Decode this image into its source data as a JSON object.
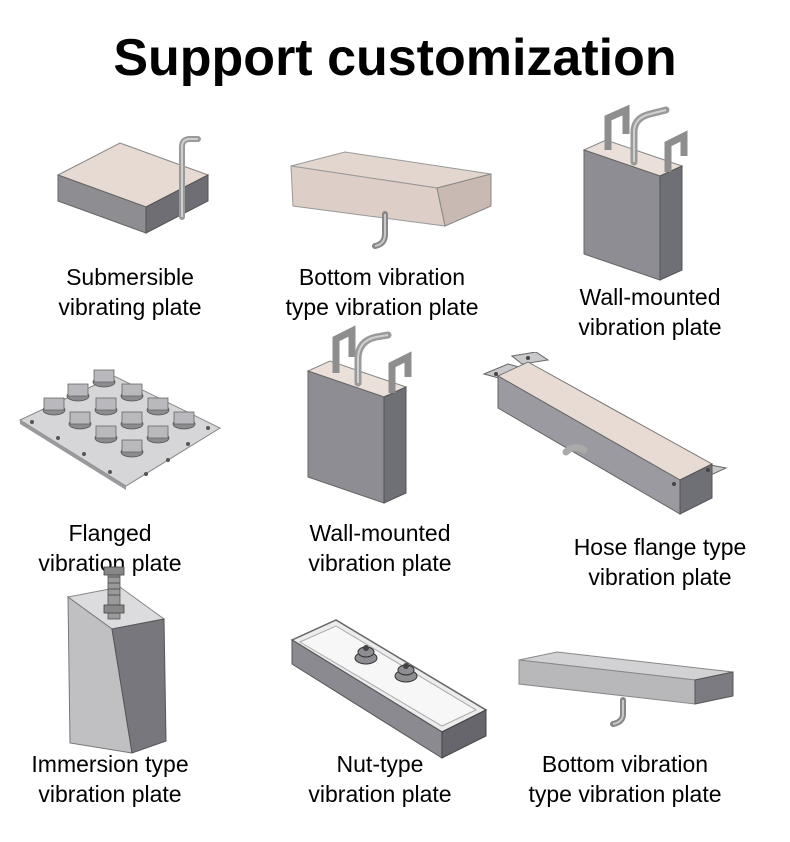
{
  "title": "Support customization",
  "items": [
    {
      "line1": "Submersible",
      "line2": "vibrating plate",
      "icon": "submersible-plate-icon"
    },
    {
      "line1": "Bottom vibration",
      "line2": "type vibration plate",
      "icon": "bottom-vibration-plate-icon"
    },
    {
      "line1": "Wall-mounted",
      "line2": "vibration plate",
      "icon": "wall-mounted-plate-icon"
    },
    {
      "line1": "Flanged",
      "line2": "vibration plate",
      "icon": "flanged-plate-icon"
    },
    {
      "line1": "Wall-mounted",
      "line2": "vibration plate",
      "icon": "wall-mounted-plate-icon"
    },
    {
      "line1": "Hose flange type",
      "line2": "vibration plate",
      "icon": "hose-flange-plate-icon"
    },
    {
      "line1": "Immersion type",
      "line2": "vibration plate",
      "icon": "immersion-plate-icon"
    },
    {
      "line1": "Nut-type",
      "line2": "vibration plate",
      "icon": "nut-type-plate-icon"
    },
    {
      "line1": "Bottom vibration",
      "line2": "type vibration plate",
      "icon": "bottom-vibration-plate-icon"
    }
  ]
}
